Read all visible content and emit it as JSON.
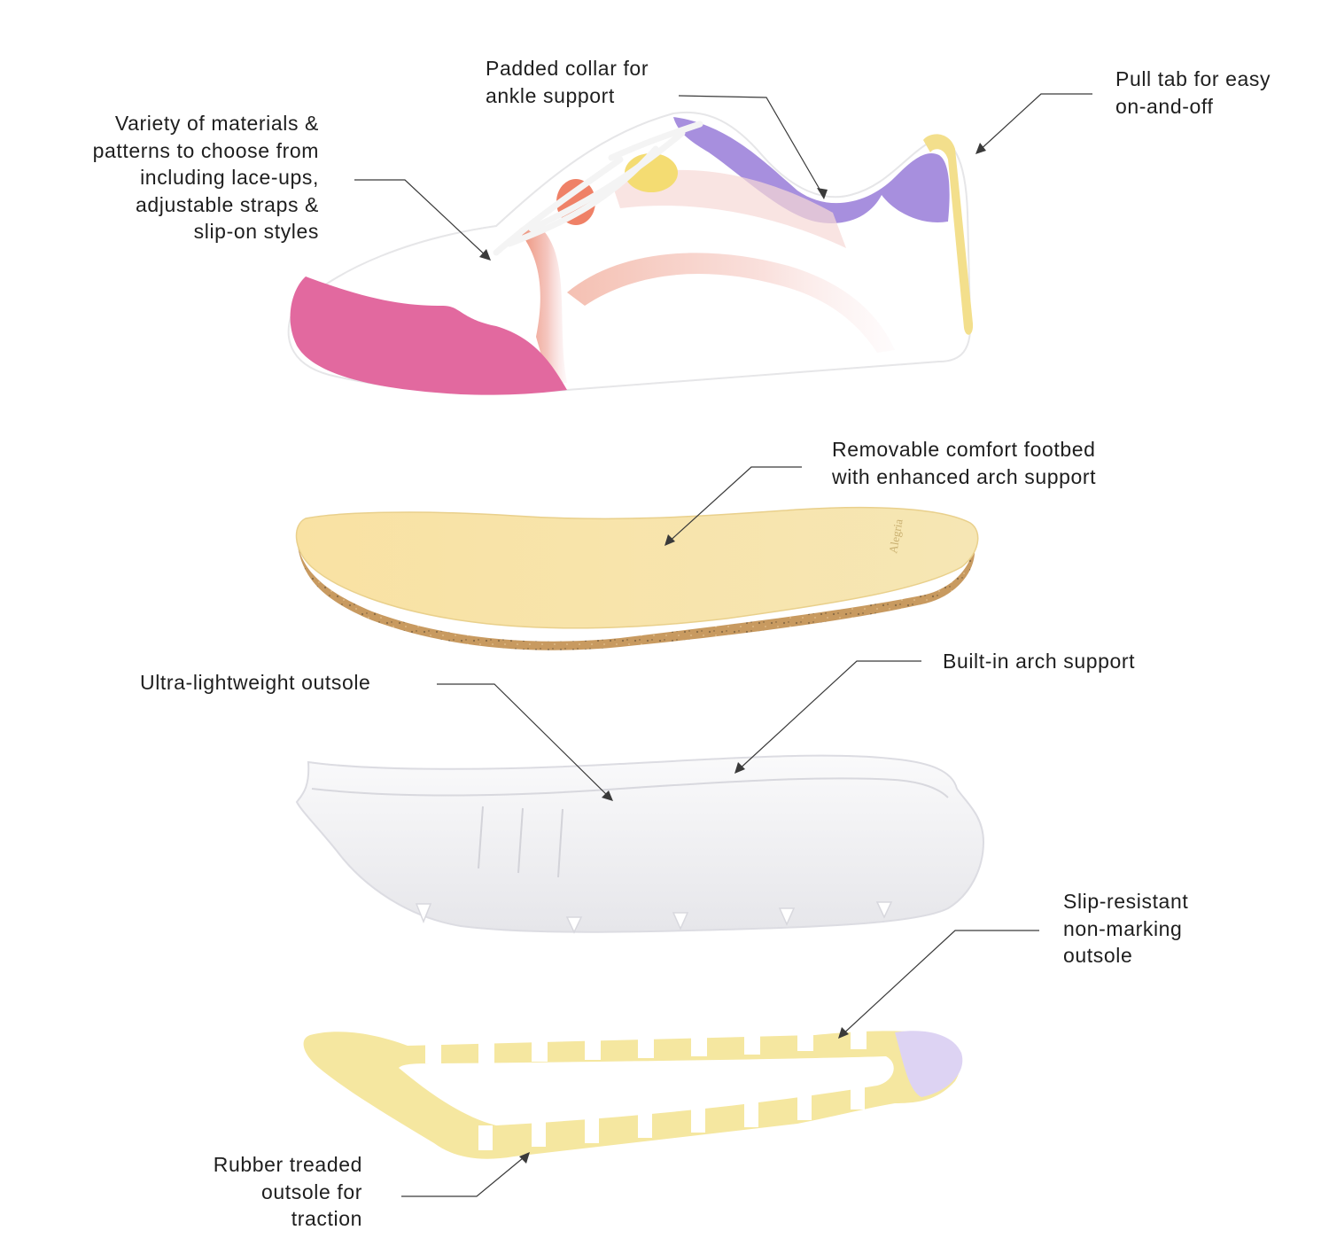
{
  "callouts": {
    "collar": "Padded collar for\nankle support",
    "pull_tab": "Pull tab for easy\non-and-off",
    "materials": "Variety of materials &\npatterns to choose from\nincluding lace-ups,\nadjustable straps &\nslip-on styles",
    "footbed": "Removable comfort footbed\nwith enhanced arch support",
    "arch": "Built-in arch support",
    "outsole_light": "Ultra-lightweight outsole",
    "slip_resistant": "Slip-resistant\nnon-marking\noutsole",
    "treaded": "Rubber treaded\noutsole for\ntraction"
  },
  "footbed_brand": "Alegria",
  "colors": {
    "toe_cap": "#e2699f",
    "collar_lining": "#a78fde",
    "pull_tab": "#f3df8c",
    "footbed_top": "#f8e4a6",
    "cork": "#c99a5f",
    "midsole": "#f2f2f4",
    "tread": "#f5e7a0",
    "heel_pad": "#ddd3f3",
    "leader_line": "#3a3a3a"
  }
}
